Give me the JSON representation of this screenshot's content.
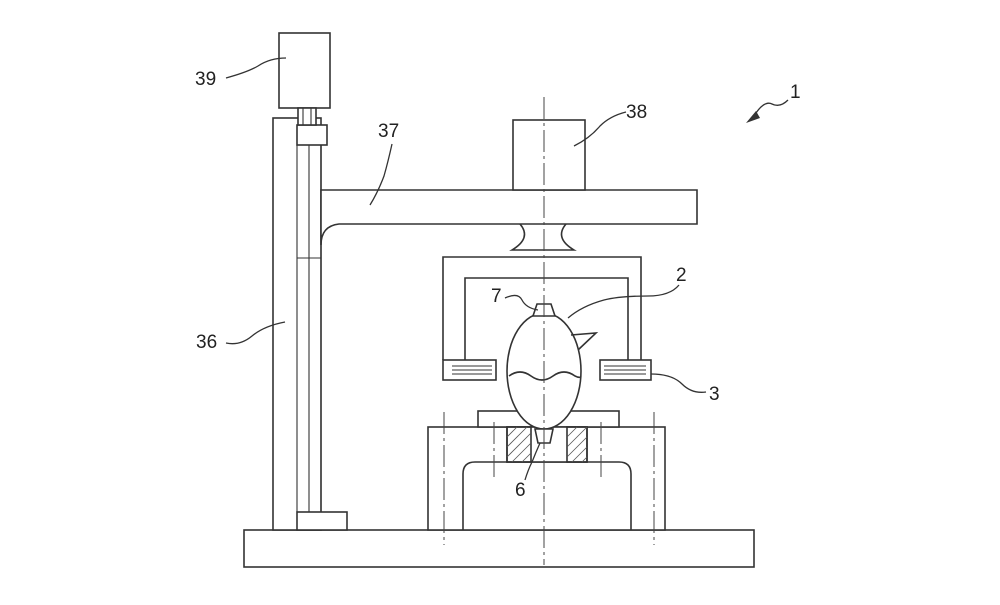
{
  "figure": {
    "reference_numerals": {
      "apparatus": "1",
      "container": "2",
      "coil": "3",
      "support": "6",
      "cap": "7",
      "column": "36",
      "arm": "37",
      "head_unit": "38",
      "drive": "39"
    }
  }
}
